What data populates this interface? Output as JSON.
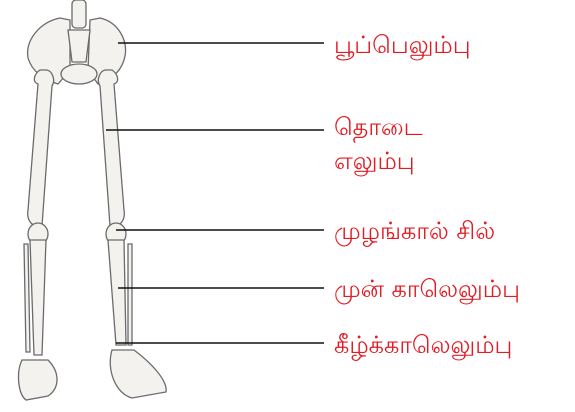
{
  "colors": {
    "label": "#e31b23",
    "line": "#111111",
    "bone_fill": "#f3f2ee",
    "bone_stroke": "#6b6b6b"
  },
  "labels": {
    "hip_bone": "பூப்பெலும்பு",
    "femur_line1": "தொடை",
    "femur_line2": "எலும்பு",
    "patella": "முழங்கால் சில்",
    "fibula": "முன் காலெலும்பு",
    "tibia": "கீழ்க்காலெலும்பு"
  },
  "footer": {
    "text": ""
  }
}
